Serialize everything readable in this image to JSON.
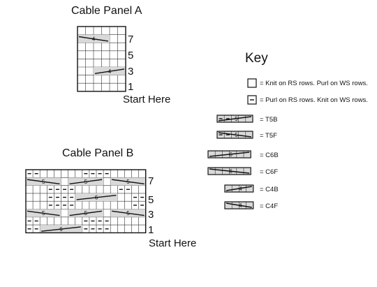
{
  "panel_a": {
    "title": "Cable Panel A",
    "row_numbers": [
      "7",
      "5",
      "3",
      "1"
    ],
    "start_label": "Start Here",
    "cols": 6,
    "rows": 8,
    "cables": [
      {
        "row": 7,
        "col_start": 1,
        "width": 4,
        "label": "4",
        "direction": "right"
      },
      {
        "row": 3,
        "col_start": 3,
        "width": 4,
        "label": "4",
        "direction": "left"
      }
    ]
  },
  "panel_b": {
    "title": "Cable Panel B",
    "row_numbers": [
      "7",
      "5",
      "3",
      "1"
    ],
    "start_label": "Start Here",
    "cols": 17,
    "rows": 8,
    "purl_rows": {
      "8": [
        1,
        2,
        9,
        10,
        11,
        12
      ],
      "7": [
        1,
        2,
        16,
        17
      ],
      "6": [
        4,
        5,
        6,
        7,
        14,
        15
      ],
      "5": [
        4,
        5,
        6,
        7,
        16,
        17
      ],
      "4": [
        4,
        5,
        6,
        7,
        16,
        17
      ],
      "3": [],
      "2": [
        1,
        2,
        9,
        10,
        11,
        12
      ],
      "1": [
        1,
        2,
        9,
        10,
        11,
        12
      ]
    },
    "cables": [
      {
        "row": 7,
        "col_start": 1,
        "width": 5,
        "label": "5"
      },
      {
        "row": 7,
        "col_start": 7,
        "width": 5,
        "label": "5"
      },
      {
        "row": 7,
        "col_start": 13,
        "width": 5,
        "label": "5"
      },
      {
        "row": 5,
        "col_start": 8,
        "width": 6,
        "label": "6"
      },
      {
        "row": 3,
        "col_start": 1,
        "width": 5,
        "label": "5"
      },
      {
        "row": 3,
        "col_start": 7,
        "width": 5,
        "label": "5"
      },
      {
        "row": 3,
        "col_start": 13,
        "width": 5,
        "label": "5"
      },
      {
        "row": 1,
        "col_start": 3,
        "width": 6,
        "label": "6"
      }
    ]
  },
  "key": {
    "title": "Key",
    "items": [
      {
        "symbol": "knit",
        "label": "= Knit on RS rows. Purl on WS rows."
      },
      {
        "symbol": "purl",
        "label": "= Purl on RS rows. Knit on WS rows."
      },
      {
        "symbol": "T5B",
        "label": "= T5B",
        "num": "5",
        "width": 5
      },
      {
        "symbol": "T5F",
        "label": "= T5F",
        "num": "5",
        "width": 5
      },
      {
        "symbol": "C6B",
        "label": "= C6B",
        "num": "6",
        "width": 6
      },
      {
        "symbol": "C6F",
        "label": "= C6F",
        "num": "6",
        "width": 6
      },
      {
        "symbol": "C4B",
        "label": "= C4B",
        "num": "4",
        "width": 4
      },
      {
        "symbol": "C4F",
        "label": "= C4F",
        "num": "4",
        "width": 4
      }
    ]
  }
}
